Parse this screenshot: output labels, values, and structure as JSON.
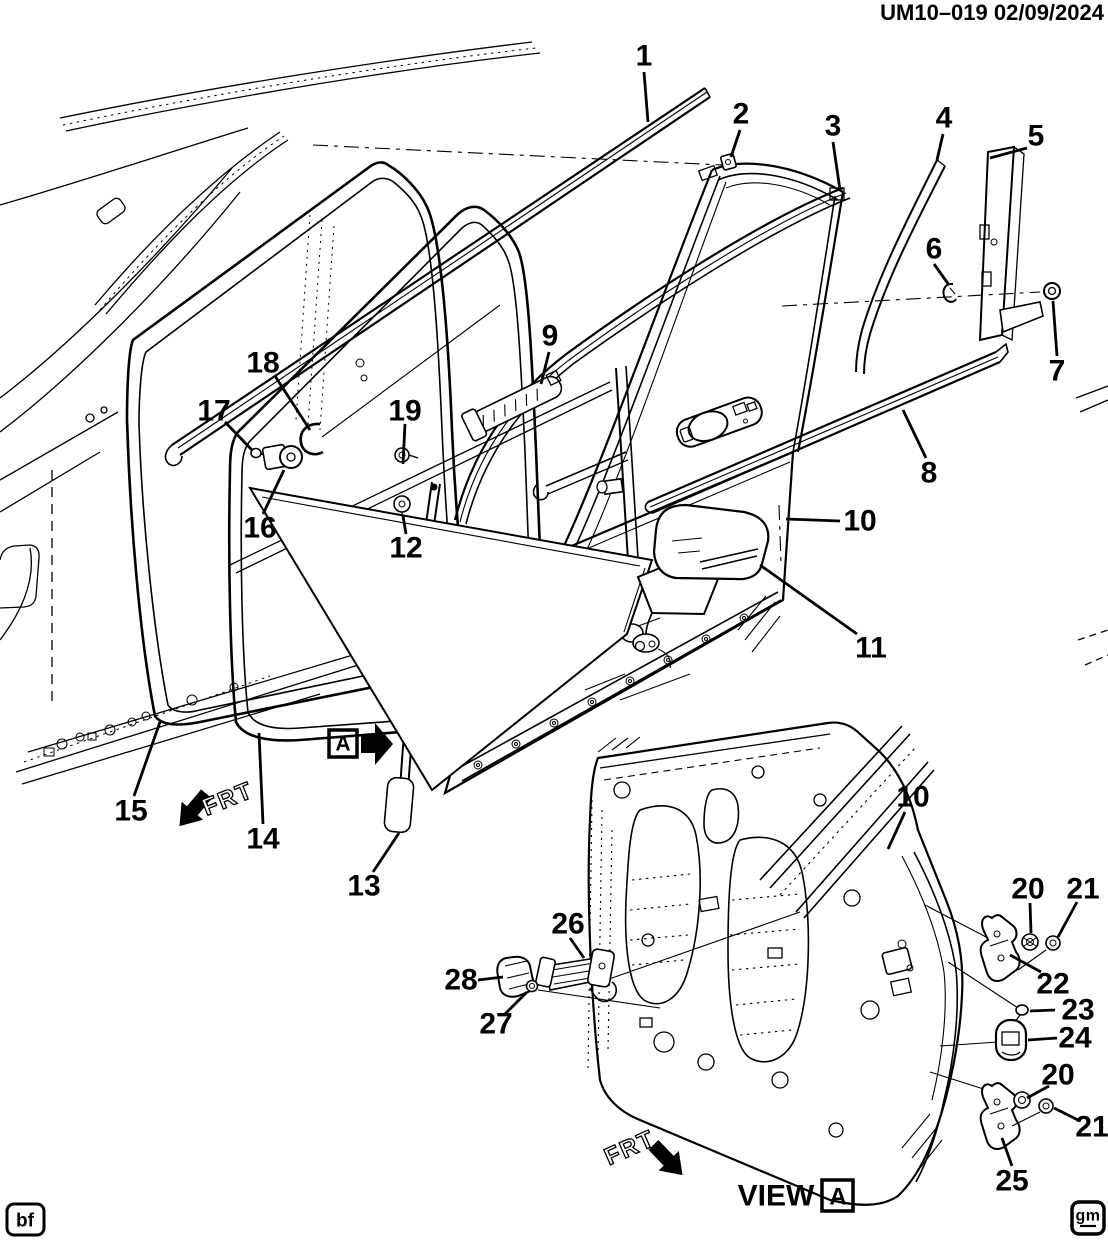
{
  "header": {
    "text": "UM10–019 02/09/2024"
  },
  "footer": {
    "left_badge": "bf",
    "right_badge": "gm"
  },
  "view_label": {
    "prefix": "VIEW",
    "letter": "A"
  },
  "detail_marker": {
    "letter": "A"
  },
  "direction_markers": [
    {
      "label": "FRT"
    },
    {
      "label": "FRT"
    }
  ],
  "colors": {
    "ink": "#000000",
    "paper": "#ffffff"
  },
  "callouts": [
    {
      "number": "1"
    },
    {
      "number": "2"
    },
    {
      "number": "3"
    },
    {
      "number": "4"
    },
    {
      "number": "5"
    },
    {
      "number": "6"
    },
    {
      "number": "7"
    },
    {
      "number": "8"
    },
    {
      "number": "9"
    },
    {
      "number": "10"
    },
    {
      "number": "11"
    },
    {
      "number": "12"
    },
    {
      "number": "13"
    },
    {
      "number": "14"
    },
    {
      "number": "15"
    },
    {
      "number": "16"
    },
    {
      "number": "17"
    },
    {
      "number": "18"
    },
    {
      "number": "19"
    },
    {
      "number": "10"
    },
    {
      "number": "20"
    },
    {
      "number": "21"
    },
    {
      "number": "22"
    },
    {
      "number": "23"
    },
    {
      "number": "24"
    },
    {
      "number": "20"
    },
    {
      "number": "21"
    },
    {
      "number": "25"
    },
    {
      "number": "26"
    },
    {
      "number": "27"
    },
    {
      "number": "28"
    }
  ]
}
